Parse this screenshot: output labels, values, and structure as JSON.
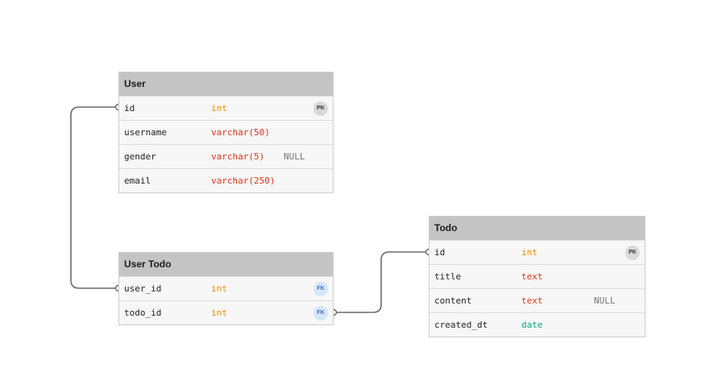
{
  "tables": {
    "user": {
      "name": "User",
      "rows": [
        {
          "name": "id",
          "type": "int",
          "badge": "PK"
        },
        {
          "name": "username",
          "type": "varchar(50)"
        },
        {
          "name": "gender",
          "type": "varchar(5)",
          "null": "NULL"
        },
        {
          "name": "email",
          "type": "varchar(250)"
        }
      ]
    },
    "user_todo": {
      "name": "User Todo",
      "rows": [
        {
          "name": "user_id",
          "type": "int",
          "badge": "FK"
        },
        {
          "name": "todo_id",
          "type": "int",
          "badge": "FK"
        }
      ]
    },
    "todo": {
      "name": "Todo",
      "rows": [
        {
          "name": "id",
          "type": "int",
          "badge": "PK"
        },
        {
          "name": "title",
          "type": "text"
        },
        {
          "name": "content",
          "type": "text",
          "null": "NULL"
        },
        {
          "name": "created_dt",
          "type": "date"
        }
      ]
    }
  },
  "colors": {
    "int": "#e3900d",
    "varchar": "#d9361f",
    "text": "#d9361f",
    "date": "#14a085",
    "connector": "#6a6a6a"
  }
}
